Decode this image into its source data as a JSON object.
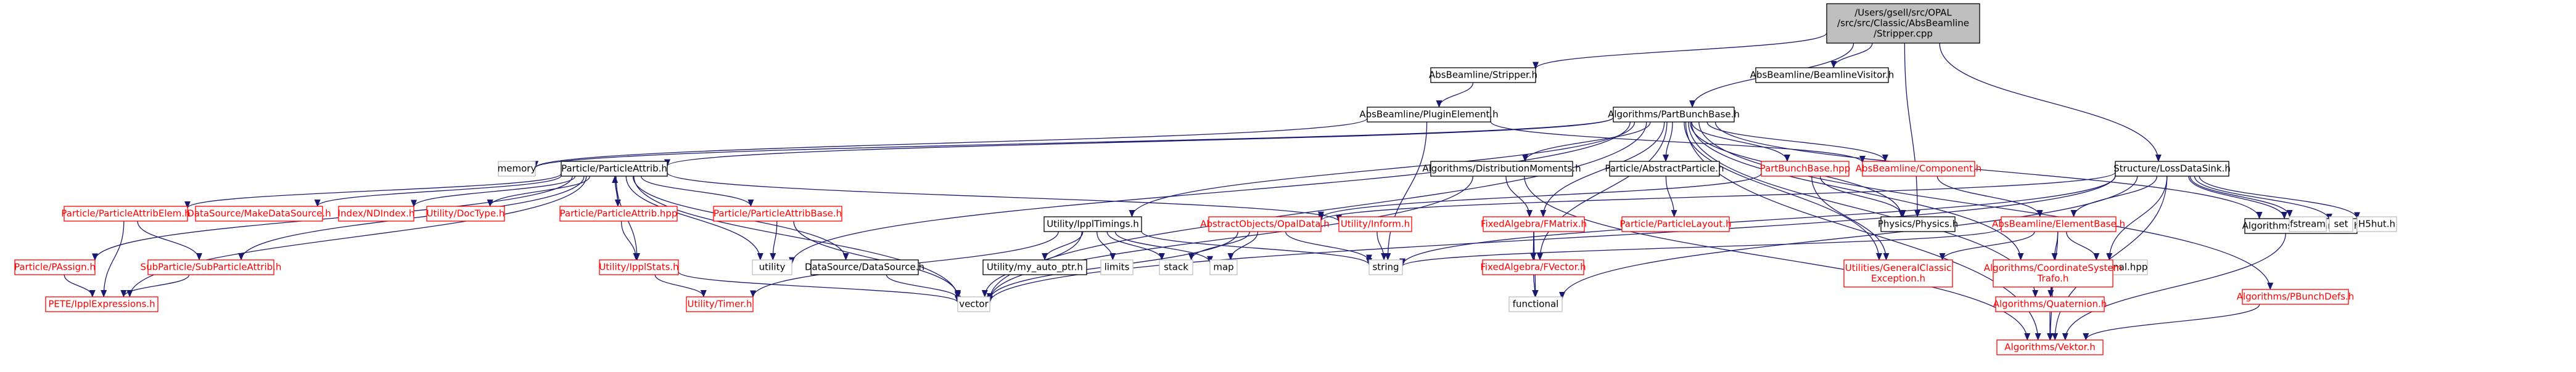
{
  "colors": {
    "edge": "#191970",
    "normal_border": "#000000",
    "red_border": "#ff0000",
    "gray_border": "#bfbfbf",
    "root_fill": "#bfbfbf",
    "text": "#000000",
    "red_text": "#ff0000"
  },
  "nodes": [
    {
      "id": "root",
      "lines": [
        "/Users/gsell/src/OPAL",
        "/src/src/Classic/AbsBeamline",
        "/Stripper.cpp"
      ],
      "style": "root"
    },
    {
      "id": "stripper_h",
      "lines": [
        "AbsBeamline/Stripper.h"
      ],
      "style": "normal"
    },
    {
      "id": "beamlinevisitor_h",
      "lines": [
        "AbsBeamline/BeamlineVisitor.h"
      ],
      "style": "normal"
    },
    {
      "id": "partbunchbase_h",
      "lines": [
        "Algorithms/PartBunchBase.h"
      ],
      "style": "normal"
    },
    {
      "id": "lossdatasink_h",
      "lines": [
        "Structure/LossDataSink.h"
      ],
      "style": "normal"
    },
    {
      "id": "pluginelement_h",
      "lines": [
        "AbsBeamline/PluginElement.h"
      ],
      "style": "normal"
    },
    {
      "id": "memory",
      "lines": [
        "memory"
      ],
      "style": "gray"
    },
    {
      "id": "particleattrib_h",
      "lines": [
        "Particle/ParticleAttrib.h"
      ],
      "style": "normal"
    },
    {
      "id": "distmoments_h",
      "lines": [
        "Algorithms/DistributionMoments.h"
      ],
      "style": "normal"
    },
    {
      "id": "abstractparticle_h",
      "lines": [
        "Particle/AbstractParticle.h"
      ],
      "style": "normal"
    },
    {
      "id": "partbunchbase_hpp",
      "lines": [
        "PartBunchBase.hpp"
      ],
      "style": "red"
    },
    {
      "id": "component_h",
      "lines": [
        "AbsBeamline/Component.h"
      ],
      "style": "red"
    },
    {
      "id": "opalparticle_h",
      "lines": [
        "Algorithms/OpalParticle.h"
      ],
      "style": "normal"
    },
    {
      "id": "attribelem_h",
      "lines": [
        "Particle/ParticleAttribElem.h"
      ],
      "style": "red"
    },
    {
      "id": "makedatasource_h",
      "lines": [
        "DataSource/MakeDataSource.h"
      ],
      "style": "red"
    },
    {
      "id": "ndindex_h",
      "lines": [
        "Index/NDIndex.h"
      ],
      "style": "red"
    },
    {
      "id": "doctype_h",
      "lines": [
        "Utility/DocType.h"
      ],
      "style": "red"
    },
    {
      "id": "particleattrib_hpp",
      "lines": [
        "Particle/ParticleAttrib.hpp"
      ],
      "style": "red"
    },
    {
      "id": "attribbase_h",
      "lines": [
        "Particle/ParticleAttribBase.h"
      ],
      "style": "red"
    },
    {
      "id": "ipptimings_h",
      "lines": [
        "Utility/IpplTimings.h"
      ],
      "style": "normal"
    },
    {
      "id": "fmatrix_h",
      "lines": [
        "FixedAlgebra/FMatrix.h"
      ],
      "style": "red"
    },
    {
      "id": "particlelayout_h",
      "lines": [
        "Particle/ParticleLayout.h"
      ],
      "style": "red"
    },
    {
      "id": "opaldata_h",
      "lines": [
        "AbstractObjects/OpalData.h"
      ],
      "style": "red"
    },
    {
      "id": "inform_h",
      "lines": [
        "Utility/Inform.h"
      ],
      "style": "red"
    },
    {
      "id": "physics_h",
      "lines": [
        "Physics/Physics.h"
      ],
      "style": "normal"
    },
    {
      "id": "elementbase_h",
      "lines": [
        "AbsBeamline/ElementBase.h"
      ],
      "style": "red"
    },
    {
      "id": "fstream",
      "lines": [
        "fstream"
      ],
      "style": "gray"
    },
    {
      "id": "set",
      "lines": [
        "set"
      ],
      "style": "gray"
    },
    {
      "id": "h5hut_h",
      "lines": [
        "H5hut.h"
      ],
      "style": "gray"
    },
    {
      "id": "passign_h",
      "lines": [
        "Particle/PAssign.h"
      ],
      "style": "red"
    },
    {
      "id": "subparticleattrib_h",
      "lines": [
        "SubParticle/SubParticleAttrib.h"
      ],
      "style": "red"
    },
    {
      "id": "ipplstats_h",
      "lines": [
        "Utility/IpplStats.h"
      ],
      "style": "red"
    },
    {
      "id": "utility",
      "lines": [
        "utility"
      ],
      "style": "gray"
    },
    {
      "id": "datasource_h",
      "lines": [
        "DataSource/DataSource.h"
      ],
      "style": "normal"
    },
    {
      "id": "my_auto_ptr_h",
      "lines": [
        "Utility/my_auto_ptr.h"
      ],
      "style": "normal"
    },
    {
      "id": "limits",
      "lines": [
        "limits"
      ],
      "style": "gray"
    },
    {
      "id": "stack",
      "lines": [
        "stack"
      ],
      "style": "gray"
    },
    {
      "id": "map",
      "lines": [
        "map"
      ],
      "style": "gray"
    },
    {
      "id": "string",
      "lines": [
        "string"
      ],
      "style": "gray"
    },
    {
      "id": "optional_hpp",
      "lines": [
        "boost/optional.hpp"
      ],
      "style": "gray"
    },
    {
      "id": "generalclassicexception_h",
      "lines": [
        "Utilities/GeneralClassic",
        "Exception.h"
      ],
      "style": "red"
    },
    {
      "id": "fvector_h",
      "lines": [
        "FixedAlgebra/FVector.h"
      ],
      "style": "red"
    },
    {
      "id": "coordsystemtrafo_h",
      "lines": [
        "Algorithms/CoordinateSystem",
        "Trafo.h"
      ],
      "style": "red"
    },
    {
      "id": "pbunchdefs_h",
      "lines": [
        "Algorithms/PBunchDefs.h"
      ],
      "style": "red"
    },
    {
      "id": "ipplexpressions_h",
      "lines": [
        "PETE/IpplExpressions.h"
      ],
      "style": "red"
    },
    {
      "id": "timer_h",
      "lines": [
        "Utility/Timer.h"
      ],
      "style": "red"
    },
    {
      "id": "vector",
      "lines": [
        "vector"
      ],
      "style": "gray"
    },
    {
      "id": "functional",
      "lines": [
        "functional"
      ],
      "style": "gray"
    },
    {
      "id": "quaternion_h",
      "lines": [
        "Algorithms/Quaternion.h"
      ],
      "style": "red"
    },
    {
      "id": "vektor_h",
      "lines": [
        "Algorithms/Vektor.h"
      ],
      "style": "red"
    }
  ],
  "edges": [
    [
      "root",
      "stripper_h"
    ],
    [
      "root",
      "beamlinevisitor_h"
    ],
    [
      "root",
      "partbunchbase_h"
    ],
    [
      "root",
      "lossdatasink_h"
    ],
    [
      "root",
      "physics_h"
    ],
    [
      "stripper_h",
      "pluginelement_h"
    ],
    [
      "pluginelement_h",
      "component_h"
    ],
    [
      "pluginelement_h",
      "memory"
    ],
    [
      "pluginelement_h",
      "string"
    ],
    [
      "partbunchbase_h",
      "memory"
    ],
    [
      "partbunchbase_h",
      "particleattrib_h"
    ],
    [
      "partbunchbase_h",
      "distmoments_h"
    ],
    [
      "partbunchbase_h",
      "abstractparticle_h"
    ],
    [
      "partbunchbase_h",
      "partbunchbase_hpp"
    ],
    [
      "partbunchbase_h",
      "component_h"
    ],
    [
      "partbunchbase_h",
      "opalparticle_h"
    ],
    [
      "partbunchbase_h",
      "ipptimings_h"
    ],
    [
      "partbunchbase_h",
      "fmatrix_h"
    ],
    [
      "partbunchbase_h",
      "generalclassicexception_h"
    ],
    [
      "partbunchbase_h",
      "vektor_h"
    ],
    [
      "partbunchbase_h",
      "vector"
    ],
    [
      "partbunchbase_h",
      "utility"
    ],
    [
      "partbunchbase_h",
      "coordsystemtrafo_h"
    ],
    [
      "partbunchbase_h",
      "quaternion_h"
    ],
    [
      "partbunchbase_h",
      "pbunchdefs_h"
    ],
    [
      "partbunchbase_h",
      "physics_h"
    ],
    [
      "partbunchbase_h",
      "fvector_h"
    ],
    [
      "particleattrib_h",
      "attribelem_h"
    ],
    [
      "particleattrib_h",
      "makedatasource_h"
    ],
    [
      "particleattrib_h",
      "ndindex_h"
    ],
    [
      "particleattrib_h",
      "doctype_h"
    ],
    [
      "particleattrib_h",
      "particleattrib_hpp"
    ],
    [
      "particleattrib_h",
      "attribbase_h"
    ],
    [
      "particleattrib_h",
      "inform_h"
    ],
    [
      "particleattrib_h",
      "passign_h"
    ],
    [
      "particleattrib_h",
      "subparticleattrib_h"
    ],
    [
      "particleattrib_h",
      "ipplstats_h"
    ],
    [
      "particleattrib_h",
      "utility"
    ],
    [
      "particleattrib_h",
      "datasource_h"
    ],
    [
      "particleattrib_h",
      "ipplexpressions_h"
    ],
    [
      "particleattrib_h",
      "vector"
    ],
    [
      "particleattrib_hpp",
      "particleattrib_h"
    ],
    [
      "particleattrib_hpp",
      "ipplstats_h"
    ],
    [
      "attribelem_h",
      "subparticleattrib_h"
    ],
    [
      "attribelem_h",
      "ipplexpressions_h"
    ],
    [
      "passign_h",
      "ipplexpressions_h"
    ],
    [
      "subparticleattrib_h",
      "ipplexpressions_h"
    ],
    [
      "attribbase_h",
      "utility"
    ],
    [
      "attribbase_h",
      "vector"
    ],
    [
      "ipplstats_h",
      "timer_h"
    ],
    [
      "ipplstats_h",
      "vector"
    ],
    [
      "datasource_h",
      "vector"
    ],
    [
      "ipptimings_h",
      "my_auto_ptr_h"
    ],
    [
      "ipptimings_h",
      "limits"
    ],
    [
      "ipptimings_h",
      "stack"
    ],
    [
      "ipptimings_h",
      "map"
    ],
    [
      "ipptimings_h",
      "string"
    ],
    [
      "ipptimings_h",
      "vector"
    ],
    [
      "ipptimings_h",
      "timer_h"
    ],
    [
      "distmoments_h",
      "fmatrix_h"
    ],
    [
      "distmoments_h",
      "vektor_h"
    ],
    [
      "distmoments_h",
      "vector"
    ],
    [
      "abstractparticle_h",
      "particlelayout_h"
    ],
    [
      "partbunchbase_hpp",
      "physics_h"
    ],
    [
      "partbunchbase_hpp",
      "opaldata_h"
    ],
    [
      "partbunchbase_hpp",
      "generalclassicexception_h"
    ],
    [
      "component_h",
      "elementbase_h"
    ],
    [
      "opaldata_h",
      "stack"
    ],
    [
      "opaldata_h",
      "map"
    ],
    [
      "opaldata_h",
      "string"
    ],
    [
      "opaldata_h",
      "vector"
    ],
    [
      "inform_h",
      "string"
    ],
    [
      "fmatrix_h",
      "fvector_h"
    ],
    [
      "fmatrix_h",
      "functional"
    ],
    [
      "fvector_h",
      "functional"
    ],
    [
      "elementbase_h",
      "string"
    ],
    [
      "elementbase_h",
      "optional_hpp"
    ],
    [
      "elementbase_h",
      "generalclassicexception_h"
    ],
    [
      "elementbase_h",
      "coordsystemtrafo_h"
    ],
    [
      "elementbase_h",
      "quaternion_h"
    ],
    [
      "coordsystemtrafo_h",
      "quaternion_h"
    ],
    [
      "coordsystemtrafo_h",
      "vektor_h"
    ],
    [
      "quaternion_h",
      "vektor_h"
    ],
    [
      "lossdatasink_h",
      "opalparticle_h"
    ],
    [
      "lossdatasink_h",
      "fstream"
    ],
    [
      "lossdatasink_h",
      "set"
    ],
    [
      "lossdatasink_h",
      "h5hut_h"
    ],
    [
      "lossdatasink_h",
      "string"
    ],
    [
      "lossdatasink_h",
      "vector"
    ],
    [
      "lossdatasink_h",
      "optional_hpp"
    ],
    [
      "lossdatasink_h",
      "functional"
    ],
    [
      "lossdatasink_h",
      "elementbase_h"
    ],
    [
      "lossdatasink_h",
      "opaldata_h"
    ],
    [
      "lossdatasink_h",
      "vektor_h"
    ],
    [
      "opalparticle_h",
      "vektor_h"
    ],
    [
      "pbunchdefs_h",
      "vektor_h"
    ]
  ]
}
